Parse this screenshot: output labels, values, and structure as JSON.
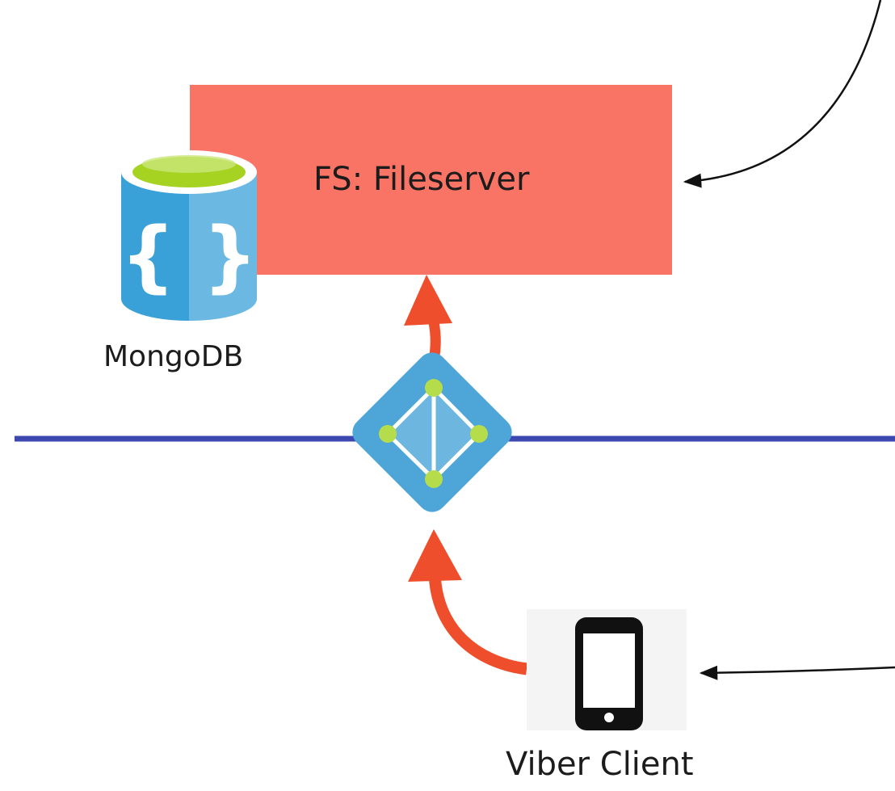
{
  "nodes": {
    "fileserver": {
      "label": "FS: Fileserver",
      "fill_color": "#fa7465"
    },
    "mongodb": {
      "label": "MongoDB",
      "icon": "database-icon",
      "body_color": "#3aa0d8",
      "top_color": "#a6d222"
    },
    "gateway": {
      "icon": "network-gateway-icon",
      "color": "#4ea6d8",
      "node_color": "#b5dd4b"
    },
    "client": {
      "label": "Viber Client",
      "icon": "mobile-phone-icon"
    }
  },
  "colors": {
    "network_line": "#3d47b0",
    "flow_arrow": "#ee4e2b",
    "connector": "#111111"
  }
}
